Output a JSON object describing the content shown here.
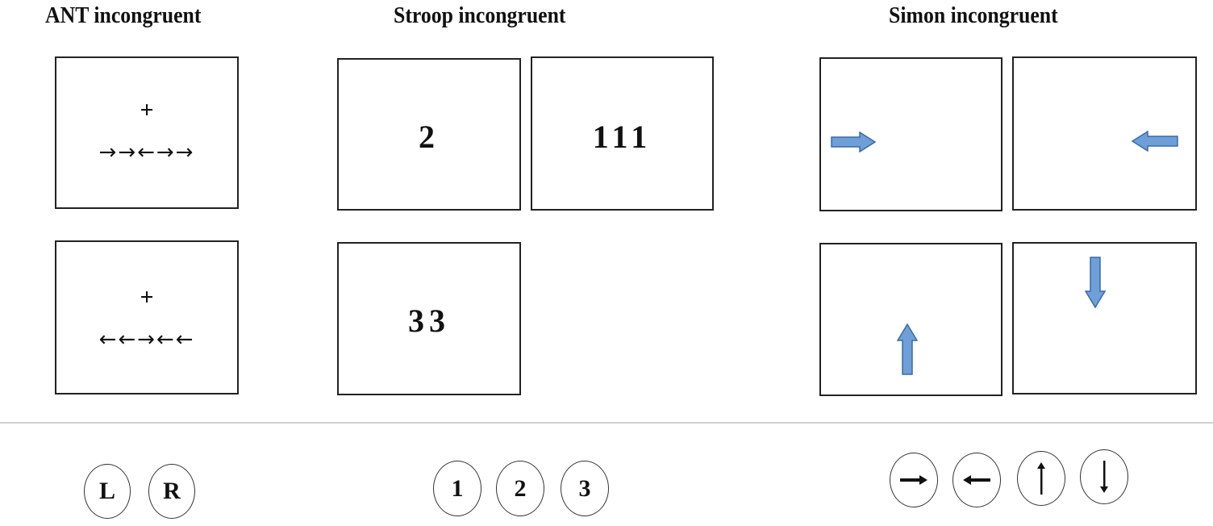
{
  "titles": {
    "ant": "ANT incongruent",
    "stroop": "Stroop incongruent",
    "simon": "Simon incongruent"
  },
  "ant": {
    "cue": "+",
    "trial1": "→→←→→",
    "trial2": "←←→←←"
  },
  "stroop": {
    "trial1": "2",
    "trial2": "111",
    "trial3": "33"
  },
  "keys": {
    "ant": [
      "L",
      "R"
    ],
    "stroop": [
      "1",
      "2",
      "3"
    ],
    "simon": [
      "right-arrow-icon",
      "left-arrow-icon",
      "up-arrow-icon",
      "down-arrow-icon"
    ]
  },
  "colors": {
    "arrow_fill": "#6f9fd8",
    "arrow_stroke": "#3a6aa6"
  }
}
